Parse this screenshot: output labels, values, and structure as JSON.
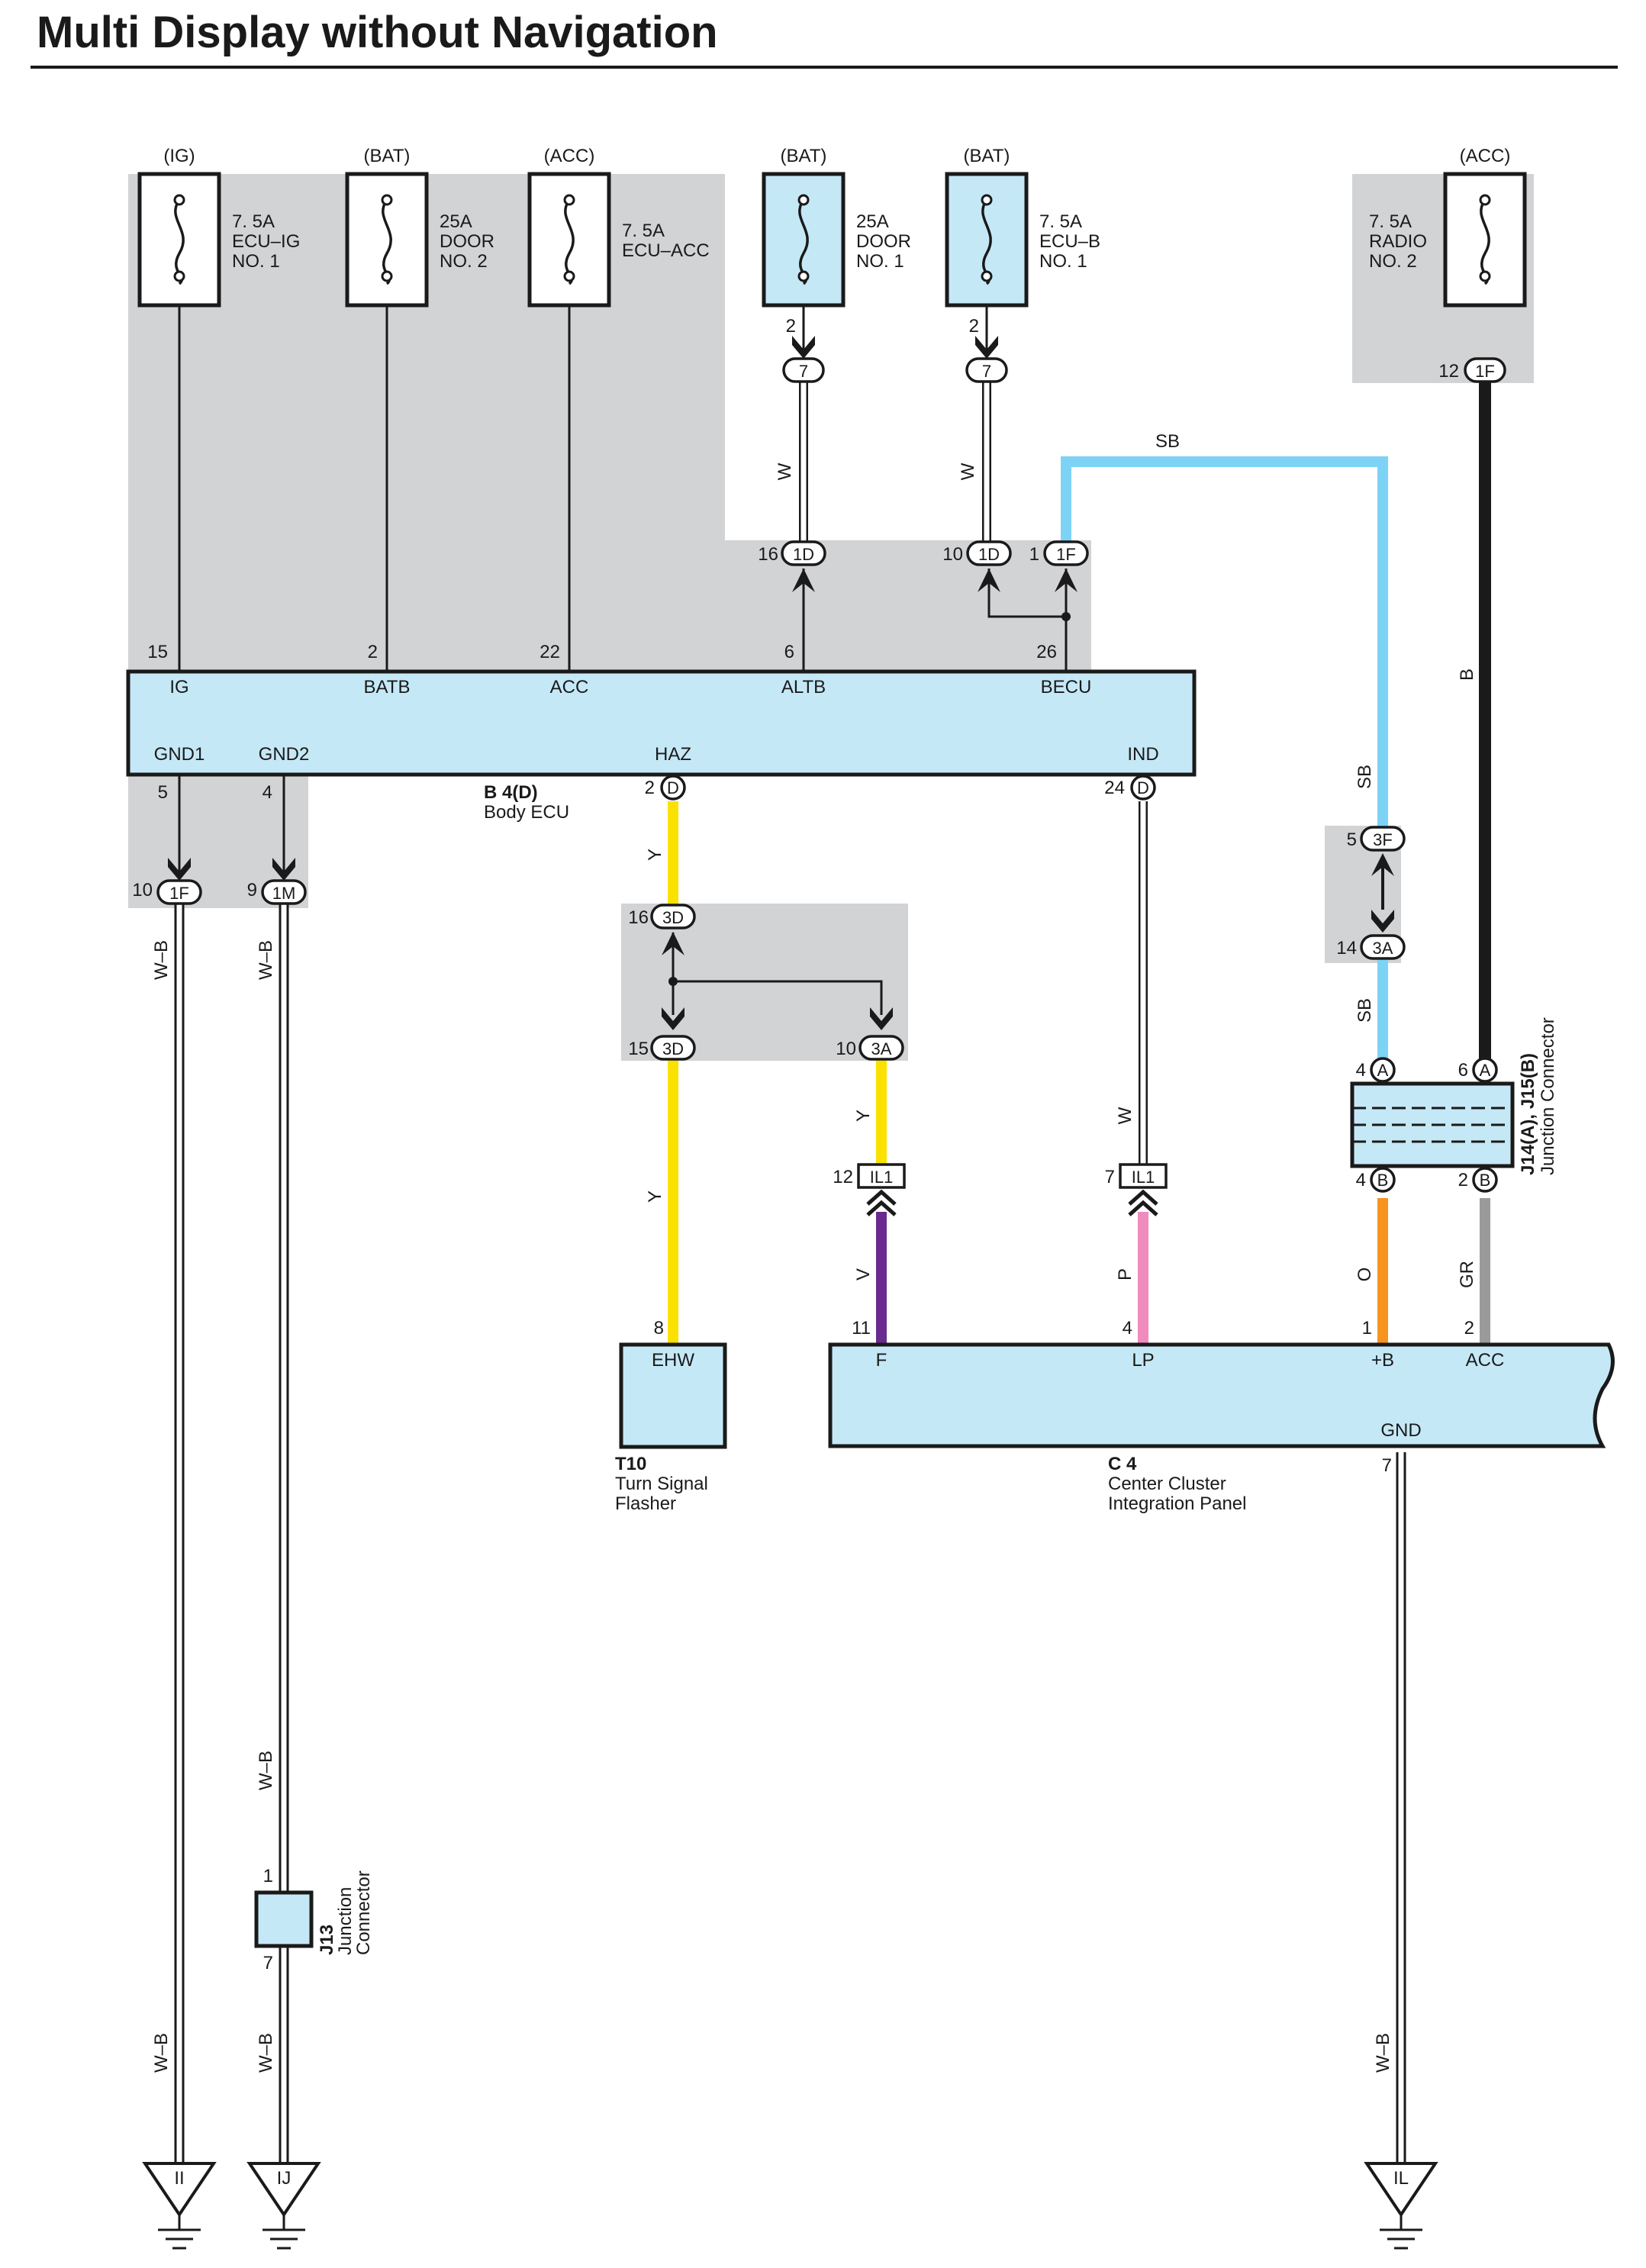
{
  "title": "Multi Display without Navigation",
  "fuses": [
    {
      "supply": "(IG)",
      "line1": "7. 5A",
      "line2": "ECU–IG",
      "line3": "NO. 1"
    },
    {
      "supply": "(BAT)",
      "line1": "25A",
      "line2": "DOOR",
      "line3": "NO. 2"
    },
    {
      "supply": "(ACC)",
      "line1": "7. 5A",
      "line2": "ECU–ACC",
      "line3": ""
    },
    {
      "supply": "(BAT)",
      "line1": "25A",
      "line2": "DOOR",
      "line3": "NO. 1"
    },
    {
      "supply": "(BAT)",
      "line1": "7. 5A",
      "line2": "ECU–B",
      "line3": "NO. 1"
    },
    {
      "supply": "(ACC)",
      "line1": "7. 5A",
      "line2": "RADIO",
      "line3": "NO. 2"
    }
  ],
  "body_ecu": {
    "code": "B 4(D)",
    "name": "Body ECU",
    "pins_top": [
      {
        "num": "15",
        "label": "IG"
      },
      {
        "num": "2",
        "label": "BATB"
      },
      {
        "num": "22",
        "label": "ACC"
      },
      {
        "num": "6",
        "label": "ALTB"
      },
      {
        "num": "26",
        "label": "BECU"
      }
    ],
    "pins_bottom": [
      {
        "num": "5",
        "label": "GND1"
      },
      {
        "num": "4",
        "label": "GND2"
      },
      {
        "num": "2",
        "label": "HAZ",
        "conn": "D"
      },
      {
        "num": "24",
        "label": "IND",
        "conn": "D"
      }
    ]
  },
  "flasher": {
    "code": "T10",
    "line1": "Turn Signal",
    "line2": "Flasher",
    "pin_num": "8",
    "pin_label": "EHW"
  },
  "cluster": {
    "code": "C 4",
    "line1": "Center Cluster",
    "line2": "Integration Panel",
    "pins": [
      {
        "num": "11",
        "label": "F"
      },
      {
        "num": "4",
        "label": "LP"
      },
      {
        "num": "1",
        "label": "+B"
      },
      {
        "num": "2",
        "label": "ACC"
      }
    ],
    "gnd_label": "GND",
    "gnd_num": "7"
  },
  "junction_j14": {
    "label": "J14(A), J15(B)",
    "sub": "Junction Connector",
    "pins": [
      {
        "num": "4",
        "conn": "A"
      },
      {
        "num": "6",
        "conn": "A"
      },
      {
        "num": "4",
        "conn": "B"
      },
      {
        "num": "2",
        "conn": "B"
      }
    ]
  },
  "junction_j13": {
    "label": "J13",
    "sub1": "Junction",
    "sub2": "Connector",
    "pin_top": "1",
    "pin_bot": "7"
  },
  "connectors": [
    {
      "num": "2",
      "id": "7"
    },
    {
      "num": "2",
      "id": "7"
    },
    {
      "num": "12",
      "id": "1F"
    },
    {
      "num": "16",
      "id": "1D"
    },
    {
      "num": "10",
      "id": "1D"
    },
    {
      "num": "1",
      "id": "1F"
    },
    {
      "num": "10",
      "id": "1F"
    },
    {
      "num": "9",
      "id": "1M"
    },
    {
      "num": "16",
      "id": "3D"
    },
    {
      "num": "15",
      "id": "3D"
    },
    {
      "num": "10",
      "id": "3A"
    },
    {
      "num": "5",
      "id": "3F"
    },
    {
      "num": "14",
      "id": "3A"
    },
    {
      "num": "12",
      "id": "IL1"
    },
    {
      "num": "7",
      "id": "IL1"
    }
  ],
  "wire_colors": {
    "W": "#ffffff",
    "SB": "#7dd3f5",
    "B": "#1a1a1a",
    "Y": "#fbe100",
    "V": "#6b2a8f",
    "P": "#f08bbd",
    "O": "#f7941d",
    "GR": "#9a9a9a",
    "W-B": "#ffffff"
  },
  "wire_labels": {
    "w1": "W",
    "w2": "W",
    "sb_top": "SB",
    "b": "B",
    "sb1": "SB",
    "sb2": "SB",
    "y1": "Y",
    "y2": "Y",
    "y3": "Y",
    "w3": "W",
    "v": "V",
    "p": "P",
    "o": "O",
    "gr": "GR",
    "wb1": "W–B",
    "wb2": "W–B",
    "wb3": "W–B",
    "wb4": "W–B",
    "wb5": "W–B",
    "wb6": "W–B"
  },
  "grounds": [
    {
      "id": "II"
    },
    {
      "id": "IJ"
    },
    {
      "id": "IL"
    }
  ]
}
